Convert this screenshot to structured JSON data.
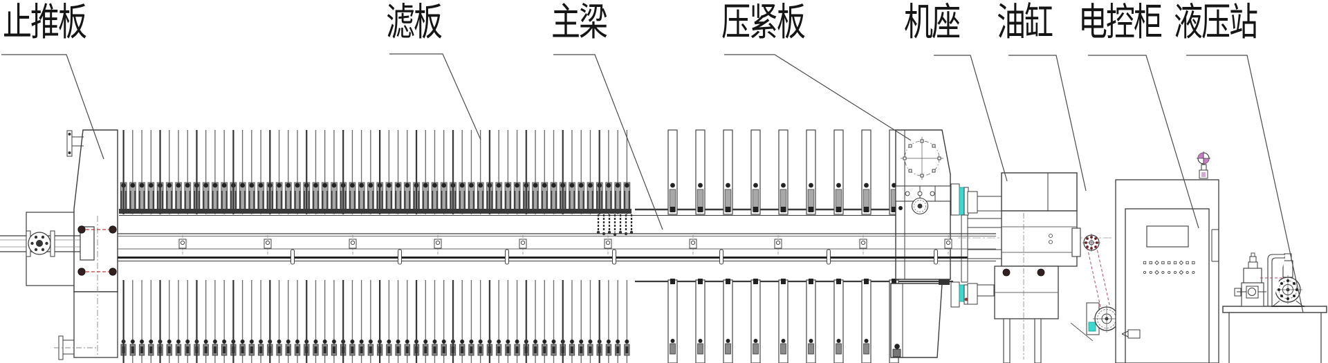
{
  "page": {
    "kind": "engineering assembly drawing",
    "background": "#ffffff"
  },
  "labels": [
    {
      "id": "thrust-plate",
      "text": "止推板"
    },
    {
      "id": "filter-plate",
      "text": "滤板"
    },
    {
      "id": "main-beam",
      "text": "主梁"
    },
    {
      "id": "pressing-plate",
      "text": "压紧板"
    },
    {
      "id": "machine-base",
      "text": "机座"
    },
    {
      "id": "oil-cylinder",
      "text": "油缸"
    },
    {
      "id": "control-cabinet",
      "text": "电控柜"
    },
    {
      "id": "hydraulic-station",
      "text": "液压站"
    }
  ],
  "components": {
    "closed_filter_plates": 56,
    "open_filter_plates": 9
  },
  "colors": {
    "line": "#3b3b3b",
    "handle_gray": "#a8a8a8",
    "cyan_accent": "#3fd6d0",
    "red_accent": "#c03a3a",
    "dark_red_knob": "#33201f",
    "magenta_accent": "#c57fc5"
  }
}
